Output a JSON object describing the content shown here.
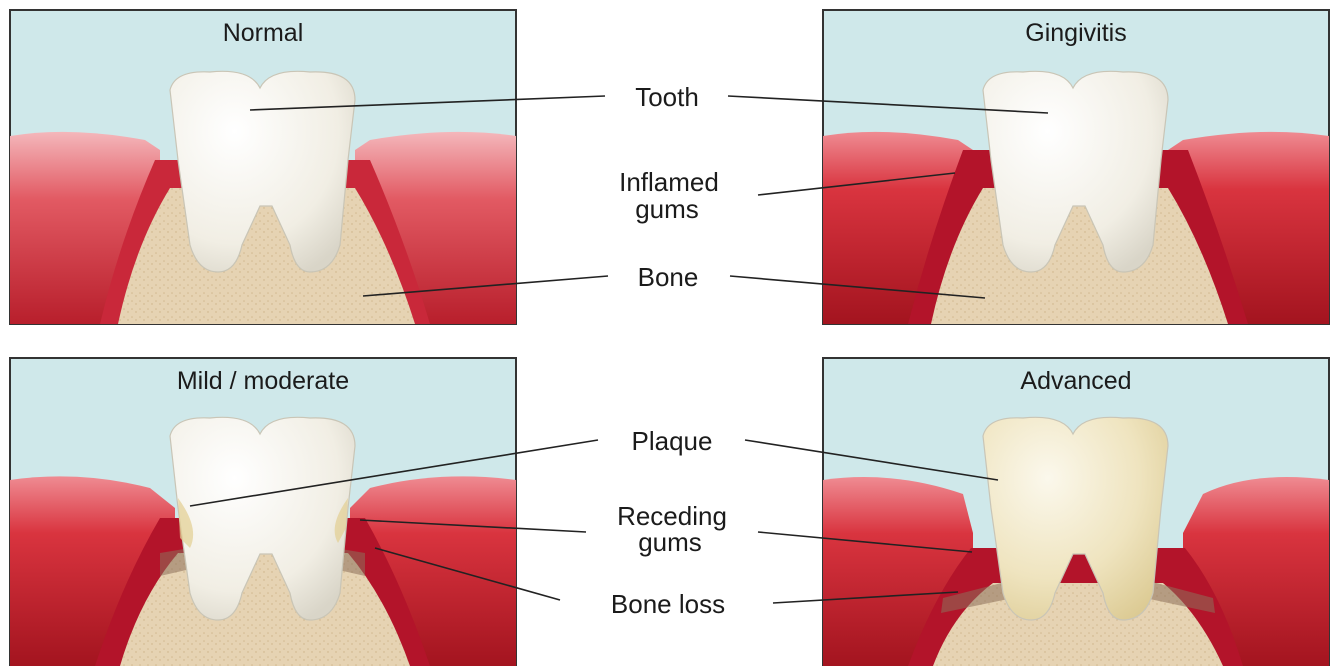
{
  "panels": [
    {
      "title": "Normal",
      "stage": "normal"
    },
    {
      "title": "Gingivitis",
      "stage": "gingivitis"
    },
    {
      "title": "Mild / moderate",
      "stage": "moderate"
    },
    {
      "title": "Advanced",
      "stage": "advanced"
    }
  ],
  "labels": {
    "tooth": "Tooth",
    "inflamed_1": "Inflamed",
    "inflamed_2": "gums",
    "bone": "Bone",
    "plaque": "Plaque",
    "receding_1": "Receding",
    "receding_2": "gums",
    "bone_loss": "Bone loss"
  },
  "colors": {
    "sky": "#cfe8ea",
    "gum": "#d9343f",
    "gum_light": "#f0a8ad",
    "gum_inflamed": "#c7202d",
    "bone": "#e6d3b3",
    "tooth": "#f7f5ef",
    "plaque": "#e6d49c"
  }
}
